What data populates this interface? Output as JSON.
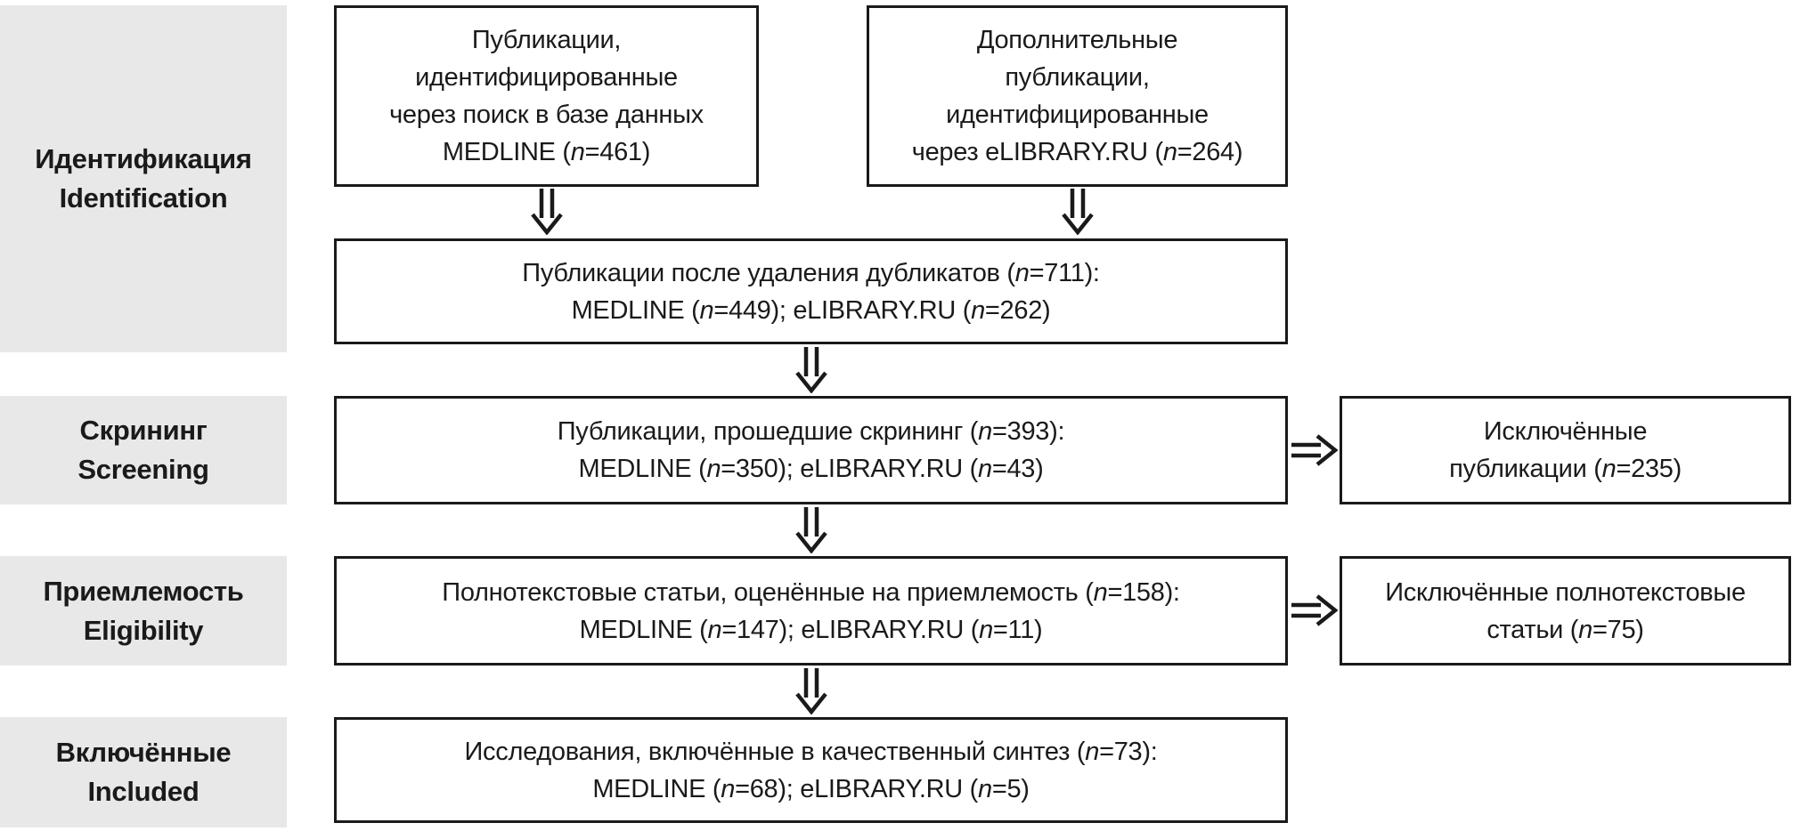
{
  "diagram": {
    "title": "PRISMA flow diagram",
    "colors": {
      "stage_bg": "#e8e8e8",
      "box_border": "#1a1a1a",
      "text": "#1a1a1a",
      "background": "#ffffff"
    },
    "stages": [
      {
        "label_ru": "Идентификация",
        "label_en": "Identification"
      },
      {
        "label_ru": "Скрининг",
        "label_en": "Screening"
      },
      {
        "label_ru": "Приемлемость",
        "label_en": "Eligibility"
      },
      {
        "label_ru": "Включённые",
        "label_en": "Included"
      }
    ],
    "boxes": {
      "medline_identified": {
        "lines": [
          "Публикации,",
          "идентифицированные",
          "через поиск в базе данных",
          "MEDLINE (n=461)"
        ]
      },
      "elibrary_identified": {
        "lines": [
          "Дополнительные",
          "публикации,",
          "идентифицированные",
          "через eLIBRARY.RU (n=264)"
        ]
      },
      "after_duplicates": {
        "lines": [
          "Публикации после удаления дубликатов (n=711):",
          "MEDLINE (n=449); eLIBRARY.RU (n=262)"
        ]
      },
      "screened": {
        "lines": [
          "Публикации, прошедшие скрининг (n=393):",
          "MEDLINE (n=350); eLIBRARY.RU (n=43)"
        ]
      },
      "excluded_publications": {
        "lines": [
          "Исключённые",
          "публикации (n=235)"
        ]
      },
      "fulltext_assessed": {
        "lines": [
          "Полнотекстовые статьи, оценённые на приемлемость (n=158):",
          "MEDLINE (n=147); eLIBRARY.RU (n=11)"
        ]
      },
      "excluded_fulltext": {
        "lines": [
          "Исключённые полнотекстовые",
          "статьи (n=75)"
        ]
      },
      "included_synthesis": {
        "lines": [
          "Исследования, включённые в качественный синтез (n=73):",
          "MEDLINE (n=68); eLIBRARY.RU (n=5)"
        ]
      }
    }
  }
}
